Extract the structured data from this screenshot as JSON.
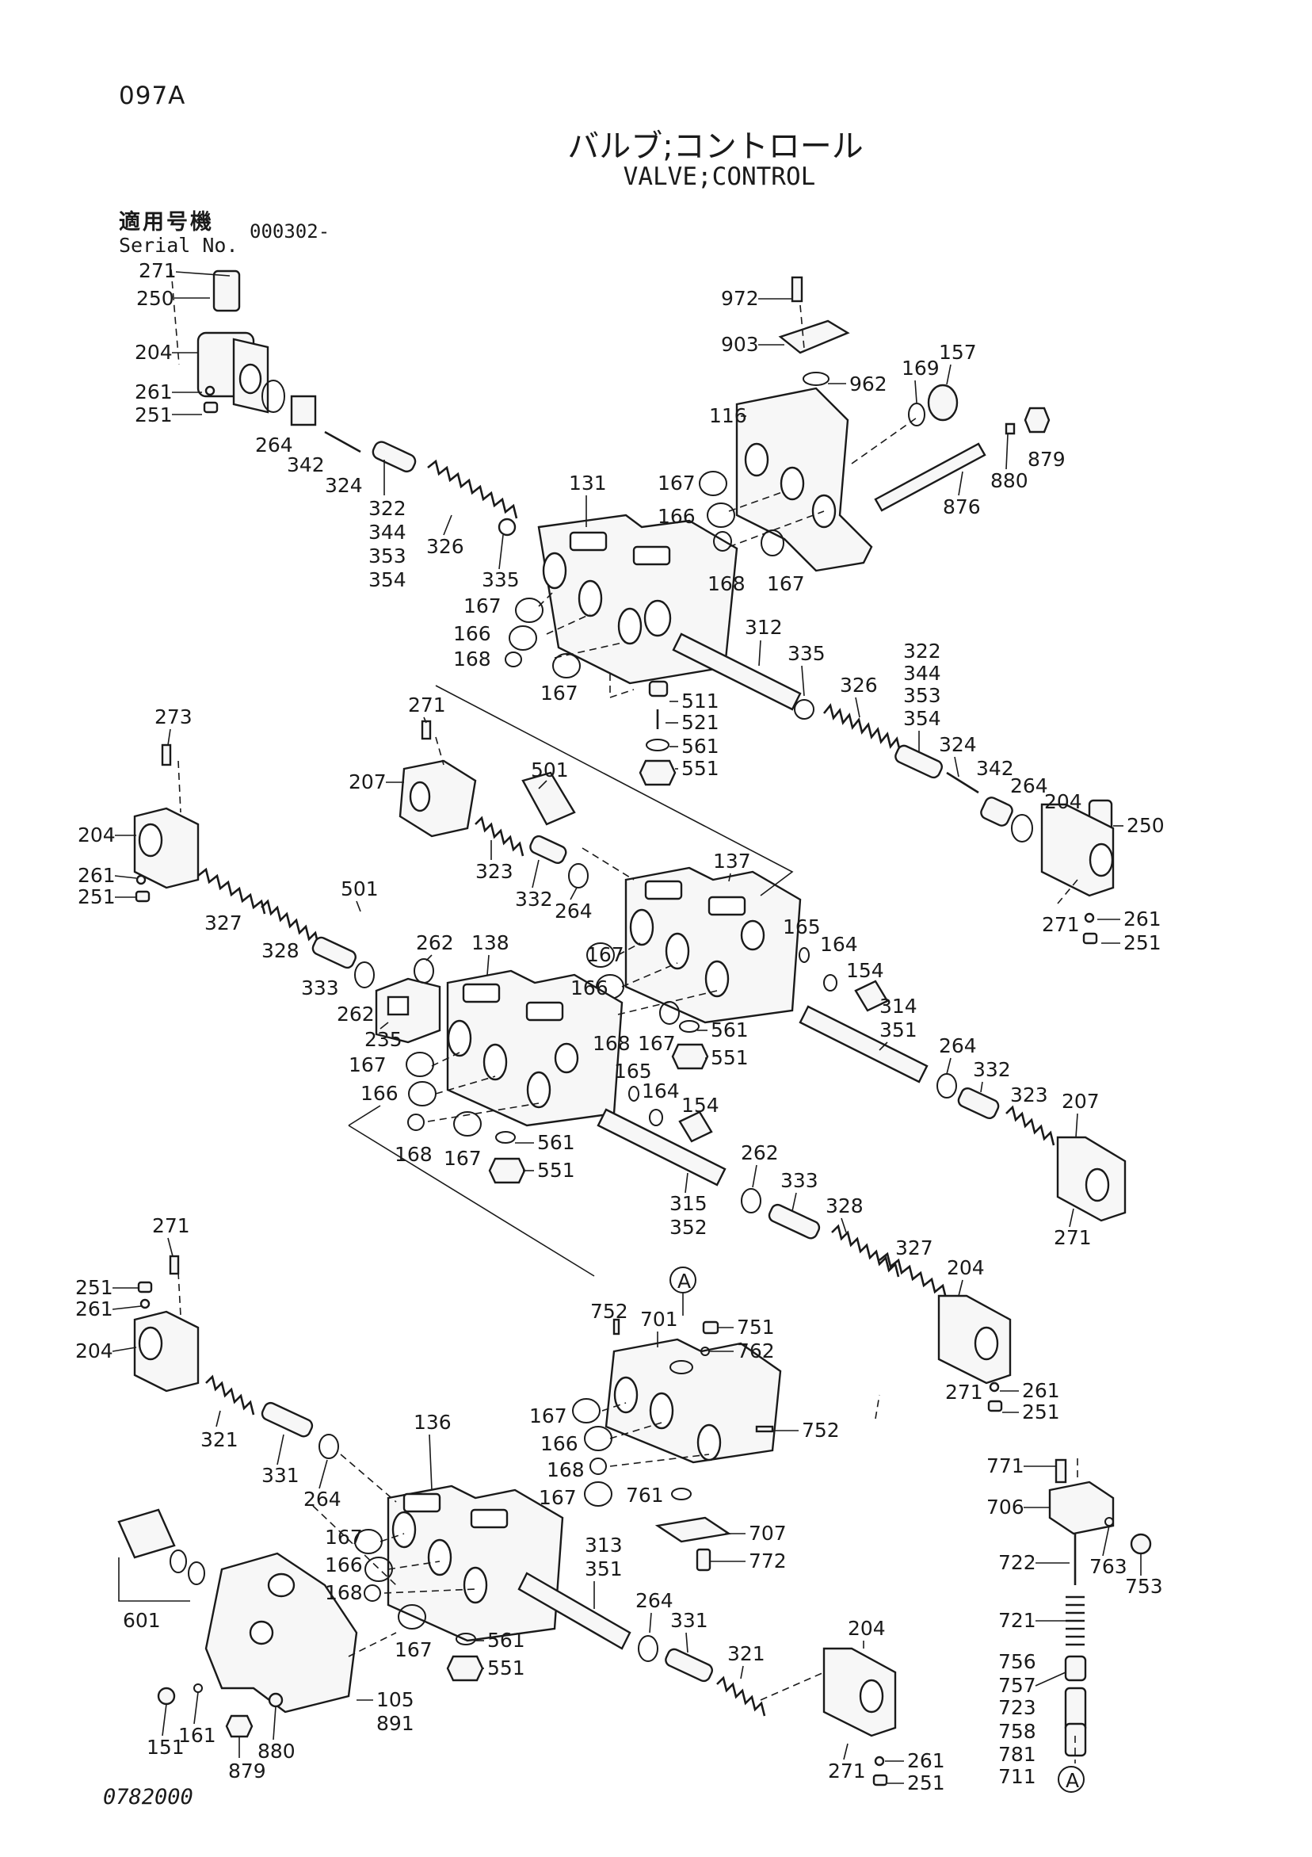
{
  "header": {
    "page_code": "097A",
    "title_jp": "バルブ;コントロール",
    "title_en": "VALVE;CONTROL",
    "serial_label_jp": "適用号機",
    "serial_label_en": "Serial No.",
    "serial_value": "000302-"
  },
  "footer": {
    "code": "0782000"
  },
  "parts": {
    "p_271a": "271",
    "p_250a": "250",
    "p_204a": "204",
    "p_261a": "261",
    "p_251a": "251",
    "p_264a": "264",
    "p_342a": "342",
    "p_324a": "324",
    "p_322a": "322",
    "p_344a": "344",
    "p_353a": "353",
    "p_354a": "354",
    "p_326a": "326",
    "p_131": "131",
    "p_335a": "335",
    "p_167a": "167",
    "p_166a": "166",
    "p_168a": "168",
    "p_167b": "167",
    "p_972": "972",
    "p_903": "903",
    "p_962": "962",
    "p_169": "169",
    "p_157": "157",
    "p_116": "116",
    "p_879a": "879",
    "p_880a": "880",
    "p_876": "876",
    "p_167c": "167",
    "p_166b": "166",
    "p_168b": "168",
    "p_167d": "167",
    "p_312": "312",
    "p_335b": "335",
    "p_322b": "322",
    "p_344b": "344",
    "p_353b": "353",
    "p_354b": "354",
    "p_326b": "326",
    "p_324b": "324",
    "p_342b": "342",
    "p_264b": "264",
    "p_204b": "204",
    "p_250b": "250",
    "p_271b": "271",
    "p_261b": "261",
    "p_251b": "251",
    "p_511": "511",
    "p_521": "521",
    "p_561a": "561",
    "p_551a": "551",
    "p_273": "273",
    "p_271c": "271",
    "p_207a": "207",
    "p_501a": "501",
    "p_204c": "204",
    "p_261c": "261",
    "p_251c": "251",
    "p_323a": "323",
    "p_332a": "332",
    "p_264c": "264",
    "p_137": "137",
    "p_327a": "327",
    "p_328a": "328",
    "p_333a": "333",
    "p_501b": "501",
    "p_262a": "262",
    "p_138": "138",
    "p_262b": "262",
    "p_235": "235",
    "p_167e": "167",
    "p_166c": "166",
    "p_168c": "168",
    "p_167f": "167",
    "p_165a": "165",
    "p_164a": "164",
    "p_154a": "154",
    "p_314": "314",
    "p_351a": "351",
    "p_561b": "561",
    "p_551b": "551",
    "p_167g": "167",
    "p_166d": "166",
    "p_168d": "168",
    "p_167h": "167",
    "p_165b": "165",
    "p_164b": "164",
    "p_154b": "154",
    "p_561c": "561",
    "p_551c": "551",
    "p_264d": "264",
    "p_332b": "332",
    "p_323b": "323",
    "p_207b": "207",
    "p_271d": "271",
    "p_315": "315",
    "p_352": "352",
    "p_262c": "262",
    "p_333b": "333",
    "p_328b": "328",
    "p_327b": "327",
    "p_204d": "204",
    "p_271e": "271",
    "p_261d": "261",
    "p_251d": "251",
    "p_271f": "271",
    "p_251e": "251",
    "p_261e": "261",
    "p_204e": "204",
    "p_A1": "A",
    "p_752a": "752",
    "p_701": "701",
    "p_751": "751",
    "p_762": "762",
    "p_167i": "167",
    "p_166e": "166",
    "p_168e": "168",
    "p_167j": "167",
    "p_761": "761",
    "p_752b": "752",
    "p_321a": "321",
    "p_331a": "331",
    "p_264e": "264",
    "p_136": "136",
    "p_707": "707",
    "p_772": "772",
    "p_771": "771",
    "p_706": "706",
    "p_763": "763",
    "p_753": "753",
    "p_722": "722",
    "p_721": "721",
    "p_756": "756",
    "p_757": "757",
    "p_723": "723",
    "p_758": "758",
    "p_781": "781",
    "p_711": "711",
    "p_A2": "A",
    "p_601": "601",
    "p_167k": "167",
    "p_166f": "166",
    "p_168f": "168",
    "p_167l": "167",
    "p_313": "313",
    "p_351b": "351",
    "p_264f": "264",
    "p_331b": "331",
    "p_321b": "321",
    "p_204f": "204",
    "p_271g": "271",
    "p_261f": "261",
    "p_251f": "251",
    "p_561d": "561",
    "p_551d": "551",
    "p_105": "105",
    "p_891": "891",
    "p_151": "151",
    "p_161": "161",
    "p_879b": "879",
    "p_880b": "880"
  }
}
